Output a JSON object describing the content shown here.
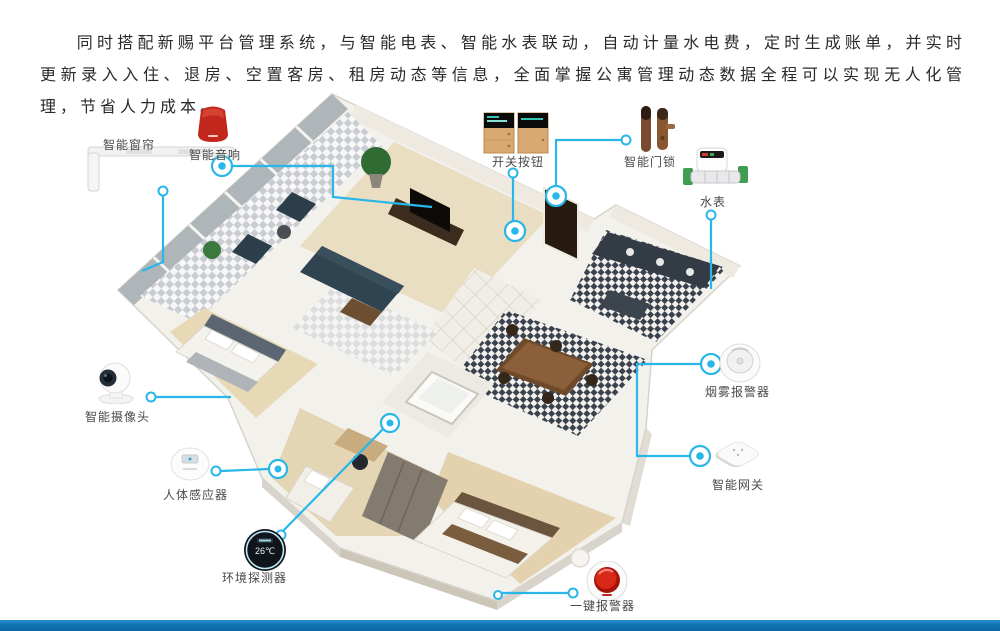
{
  "intro": {
    "text": "同时搭配新赐平台管理系统，与智能电表、智能水表联动，自动计量水电费，定时生成账单，并实时更新录入入住、退房、空置客房、租房动态等信息，全面掌握公寓管理动态数据全程可以实现无人化管理，节省人力成本。"
  },
  "colors": {
    "accent_cyan": "#29b6e9",
    "footer_bar_blue": "#1174b1",
    "alarm_red": "#c1271c",
    "text_dark": "#2a2a2a"
  },
  "devices": [
    {
      "id": "curtain",
      "label": "智能窗帘"
    },
    {
      "id": "speaker",
      "label": "智能音响"
    },
    {
      "id": "switch",
      "label": "开关按钮"
    },
    {
      "id": "doorlock",
      "label": "智能门锁"
    },
    {
      "id": "watermeter",
      "label": "水表"
    },
    {
      "id": "smoke",
      "label": "烟雾报警器"
    },
    {
      "id": "gateway",
      "label": "智能网关"
    },
    {
      "id": "camera",
      "label": "智能摄像头"
    },
    {
      "id": "bodysensor",
      "label": "人体感应器"
    },
    {
      "id": "envdetector",
      "label": "环境探测器",
      "display_value": "26℃"
    },
    {
      "id": "alarm",
      "label": "一键报警器"
    }
  ]
}
